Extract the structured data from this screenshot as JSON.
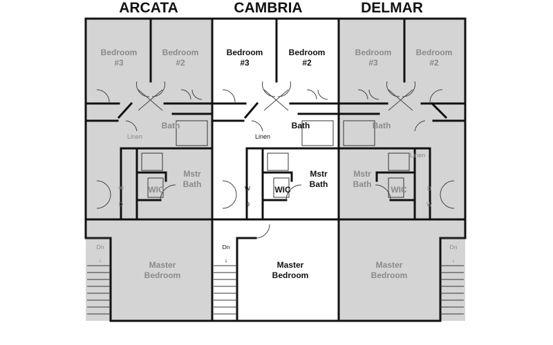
{
  "colors": {
    "gray_unit_fill": "#d4d4d4",
    "gray_unit_text": "#8a8a8a",
    "center_unit_fill": "#ffffff",
    "center_unit_text": "#111111",
    "wall": "#111111"
  },
  "units": [
    {
      "title": "ARCATA",
      "rooms": {
        "bedroom3": [
          "Bedroom",
          "#3"
        ],
        "bedroom2": [
          "Bedroom",
          "#2"
        ],
        "bath": "Bath",
        "linen": "Linen",
        "mstr_bath": [
          "Mstr",
          "Bath"
        ],
        "wic": "WIC",
        "washer": "W",
        "dryer": "D",
        "stairs": "Dn",
        "master": [
          "Master",
          "Bedroom"
        ]
      }
    },
    {
      "title": "CAMBRIA",
      "rooms": {
        "bedroom3": [
          "Bedroom",
          "#3"
        ],
        "bedroom2": [
          "Bedroom",
          "#2"
        ],
        "bath": "Bath",
        "linen": "Linen",
        "mstr_bath": [
          "Mstr",
          "Bath"
        ],
        "wic": "WIC",
        "washer": "W",
        "dryer": "D",
        "stairs": "Dn",
        "master": [
          "Master",
          "Bedroom"
        ]
      }
    },
    {
      "title": "DELMAR",
      "rooms": {
        "bedroom3": [
          "Bedroom",
          "#3"
        ],
        "bedroom2": [
          "Bedroom",
          "#2"
        ],
        "bath": "Bath",
        "linen": "Linen",
        "mstr_bath": [
          "Mstr",
          "Bath"
        ],
        "wic": "WIC",
        "washer": "D",
        "dryer": "W",
        "stairs": "Dn",
        "master": [
          "Master",
          "Bedroom"
        ]
      }
    }
  ]
}
